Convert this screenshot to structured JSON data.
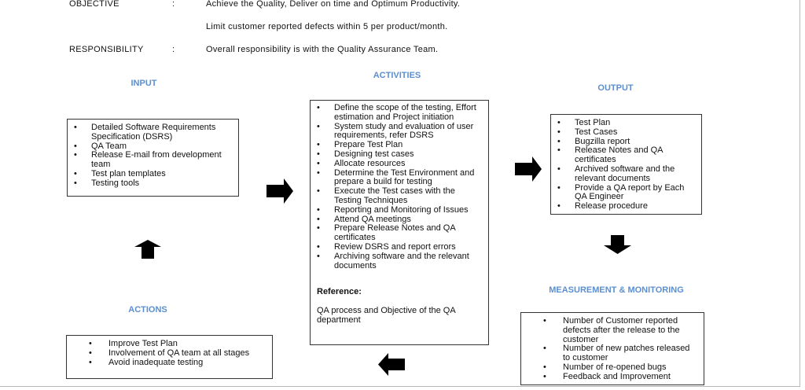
{
  "header": {
    "objective_label": "OBJECTIVE",
    "colon": ":",
    "objective_lines": [
      "Achieve the Quality, Deliver  on time and Optimum  Productivity.",
      "Limit  customer reported defects within 5 per product/month."
    ],
    "responsibility_label": "RESPONSIBILITY",
    "responsibility_text": "Overall responsibility  is with the Quality Assurance Team."
  },
  "input": {
    "title": "INPUT",
    "items": [
      "Detailed Software Requirements Specification (DSRS)",
      "QA Team",
      "Release E-mail from development team",
      "Test plan templates",
      "Testing tools"
    ]
  },
  "activities": {
    "title": "ACTIVITIES",
    "items": [
      "Define the scope of the testing, Effort estimation and Project initiation",
      "System study and evaluation of user requirements, refer DSRS",
      "Prepare Test Plan",
      "Designing test cases",
      "Allocate resources",
      "Determine the Test Environment and prepare a build for testing",
      "Execute the Test cases with the Testing Techniques",
      "Reporting and Monitoring of Issues",
      "Attend QA meetings",
      "Prepare Release Notes and QA certificates",
      "Review DSRS and report errors",
      "Archiving software and the relevant documents"
    ],
    "reference_label": "Reference:",
    "reference_text": "QA process and Objective of the QA department"
  },
  "output": {
    "title": "OUTPUT",
    "items": [
      "Test Plan",
      "Test Cases",
      "Bugzilla report",
      "Release Notes and QA certificates",
      "Archived software and the relevant documents",
      "Provide a QA report by Each QA Engineer",
      "Release procedure"
    ]
  },
  "measurement": {
    "title": "MEASUREMENT & MONITORING",
    "items": [
      "Number of Customer reported defects after the release to the customer",
      "Number of new patches released to customer",
      "Number of re-opened bugs",
      "Feedback and Improvement"
    ]
  },
  "actions": {
    "title": "ACTIONS",
    "items": [
      "Improve Test Plan",
      "Involvement of QA team at all stages",
      "Avoid inadequate testing"
    ]
  },
  "colors": {
    "heading": "#5b8fd0",
    "arrow": "#000000"
  }
}
